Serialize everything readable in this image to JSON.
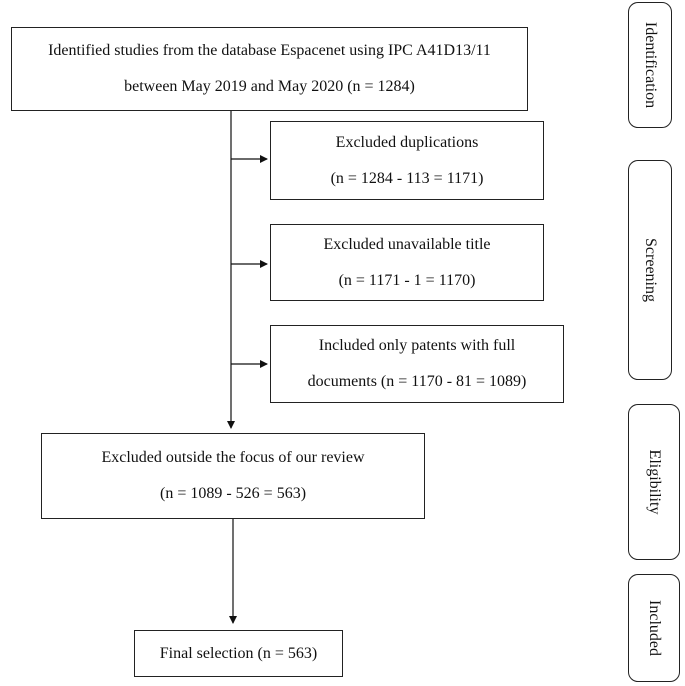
{
  "boxes": {
    "identified": {
      "line1": "Identified studies from the database Espacenet using IPC A41D13/11",
      "line2": "between May 2019 and May 2020 (n = 1284)"
    },
    "duplications": {
      "line1": "Excluded duplications",
      "line2": "(n = 1284 - 113 = 1171)"
    },
    "unavailable_title": {
      "line1": "Excluded unavailable  title",
      "line2": "(n = 1171 - 1 = 1170)"
    },
    "full_documents": {
      "line1": "Included only patents with full",
      "line2": "documents (n = 1170 - 81 = 1089)"
    },
    "outside_focus": {
      "line1": "Excluded outside the focus of our review",
      "line2": "(n = 1089 - 526 = 563)"
    },
    "final": {
      "line1": "Final selection (n = 563)"
    }
  },
  "stages": {
    "identification": "Identification",
    "screening": "Screening",
    "eligibility": "Eligibility",
    "included": "Included"
  }
}
